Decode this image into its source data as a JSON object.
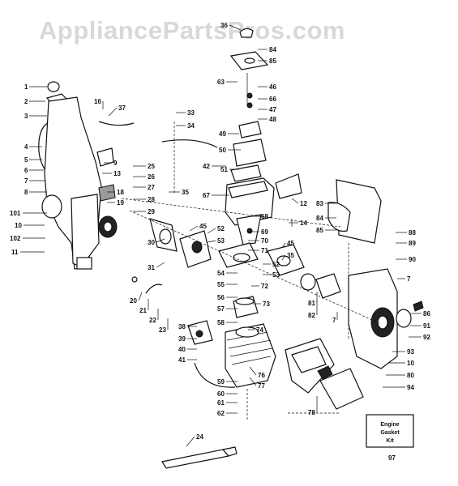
{
  "watermark": "AppliancePartsPros.com",
  "kit": {
    "line1": "Engine",
    "line2": "Gasket",
    "line3": "Kit",
    "number": "97"
  },
  "callouts": [
    {
      "id": "1",
      "name": "1"
    },
    {
      "id": "2",
      "name": "2"
    },
    {
      "id": "3",
      "name": "3"
    },
    {
      "id": "4",
      "name": "4"
    },
    {
      "id": "5",
      "name": "5"
    },
    {
      "id": "6",
      "name": "6"
    },
    {
      "id": "7a",
      "name": "7"
    },
    {
      "id": "8",
      "name": "8"
    },
    {
      "id": "101",
      "name": "101"
    },
    {
      "id": "10",
      "name": "10"
    },
    {
      "id": "102",
      "name": "102"
    },
    {
      "id": "11",
      "name": "11"
    },
    {
      "id": "16",
      "name": "16"
    },
    {
      "id": "37",
      "name": "37"
    },
    {
      "id": "9",
      "name": "9"
    },
    {
      "id": "13",
      "name": "13"
    },
    {
      "id": "25",
      "name": "25"
    },
    {
      "id": "26",
      "name": "26"
    },
    {
      "id": "27",
      "name": "27"
    },
    {
      "id": "18",
      "name": "18"
    },
    {
      "id": "19",
      "name": "19"
    },
    {
      "id": "28",
      "name": "28"
    },
    {
      "id": "29",
      "name": "29"
    },
    {
      "id": "35",
      "name": "35"
    },
    {
      "id": "33",
      "name": "33"
    },
    {
      "id": "34",
      "name": "34"
    },
    {
      "id": "30",
      "name": "30"
    },
    {
      "id": "31",
      "name": "31"
    },
    {
      "id": "45a",
      "name": "45"
    },
    {
      "id": "52a",
      "name": "52"
    },
    {
      "id": "53a",
      "name": "53"
    },
    {
      "id": "20",
      "name": "20"
    },
    {
      "id": "21",
      "name": "21"
    },
    {
      "id": "22",
      "name": "22"
    },
    {
      "id": "23",
      "name": "23"
    },
    {
      "id": "36",
      "name": "36"
    },
    {
      "id": "84a",
      "name": "84"
    },
    {
      "id": "85a",
      "name": "85"
    },
    {
      "id": "63",
      "name": "63"
    },
    {
      "id": "46",
      "name": "46"
    },
    {
      "id": "66",
      "name": "66"
    },
    {
      "id": "47",
      "name": "47"
    },
    {
      "id": "48",
      "name": "48"
    },
    {
      "id": "49",
      "name": "49"
    },
    {
      "id": "50",
      "name": "50"
    },
    {
      "id": "42",
      "name": "42"
    },
    {
      "id": "51",
      "name": "51"
    },
    {
      "id": "67",
      "name": "67"
    },
    {
      "id": "68",
      "name": "68"
    },
    {
      "id": "69",
      "name": "69"
    },
    {
      "id": "70a",
      "name": "70"
    },
    {
      "id": "71",
      "name": "71"
    },
    {
      "id": "12",
      "name": "12"
    },
    {
      "id": "14",
      "name": "14"
    },
    {
      "id": "83",
      "name": "83"
    },
    {
      "id": "84b",
      "name": "84"
    },
    {
      "id": "85b",
      "name": "85"
    },
    {
      "id": "88",
      "name": "88"
    },
    {
      "id": "89",
      "name": "89"
    },
    {
      "id": "90",
      "name": "90"
    },
    {
      "id": "45b",
      "name": "45"
    },
    {
      "id": "35b",
      "name": "35"
    },
    {
      "id": "52b",
      "name": "52"
    },
    {
      "id": "53b",
      "name": "53"
    },
    {
      "id": "54",
      "name": "54"
    },
    {
      "id": "55",
      "name": "55"
    },
    {
      "id": "72",
      "name": "72"
    },
    {
      "id": "56",
      "name": "56"
    },
    {
      "id": "57",
      "name": "57"
    },
    {
      "id": "73",
      "name": "73"
    },
    {
      "id": "58",
      "name": "58"
    },
    {
      "id": "74",
      "name": "74"
    },
    {
      "id": "81",
      "name": "81"
    },
    {
      "id": "82",
      "name": "82"
    },
    {
      "id": "7b",
      "name": "7"
    },
    {
      "id": "7c",
      "name": "7"
    },
    {
      "id": "38",
      "name": "38"
    },
    {
      "id": "39",
      "name": "39"
    },
    {
      "id": "40",
      "name": "40"
    },
    {
      "id": "41",
      "name": "41"
    },
    {
      "id": "59",
      "name": "59"
    },
    {
      "id": "60",
      "name": "60"
    },
    {
      "id": "61",
      "name": "61"
    },
    {
      "id": "62",
      "name": "62"
    },
    {
      "id": "76",
      "name": "76"
    },
    {
      "id": "77",
      "name": "77"
    },
    {
      "id": "78",
      "name": "78"
    },
    {
      "id": "86",
      "name": "86"
    },
    {
      "id": "91",
      "name": "91"
    },
    {
      "id": "92",
      "name": "92"
    },
    {
      "id": "93",
      "name": "93"
    },
    {
      "id": "10b",
      "name": "10"
    },
    {
      "id": "80",
      "name": "80"
    },
    {
      "id": "94",
      "name": "94"
    },
    {
      "id": "24",
      "name": "24"
    }
  ]
}
